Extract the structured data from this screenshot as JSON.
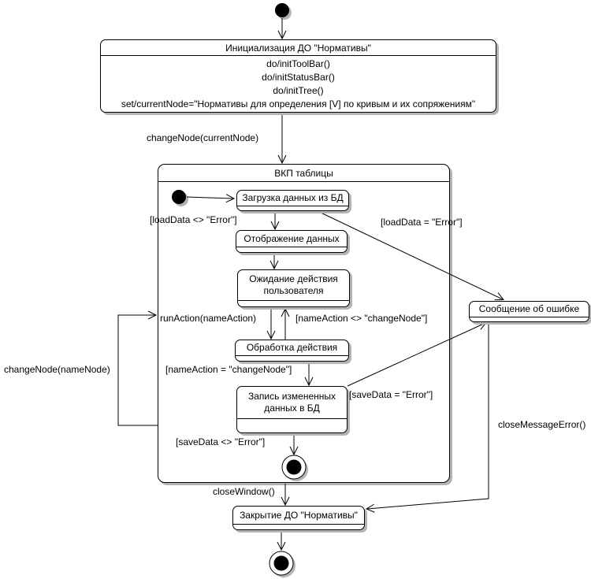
{
  "diagram": {
    "init_box": {
      "title": "Инициализация ДО \"Нормативы\"",
      "actions": [
        "do/initToolBar()",
        "do/initStatusBar()",
        "do/initTree()",
        "set/currentNode=\"Нормативы для определения [V] по кривым и их сопряжениям\""
      ]
    },
    "composite_box": {
      "title": "ВКП таблицы"
    },
    "states": {
      "load_data": "Загрузка данных из БД",
      "display_data": "Отображение данных",
      "wait_user": "Ожидание действия пользователя",
      "process_action": "Обработка действия",
      "save_data": "Запись измененных данных в БД",
      "error_message": "Сообщение об ошибке",
      "close_do": "Закрытие ДО \"Нормативы\""
    },
    "transitions": {
      "change_node_current": "changeNode(currentNode)",
      "load_ok": "[loadData <> \"Error\"]",
      "load_err": "[loadData = \"Error\"]",
      "run_action": "runAction(nameAction)",
      "name_action_neq": "[nameAction <> \"changeNode\"]",
      "name_action_eq": "[nameAction = \"changeNode\"]",
      "save_err": "[saveData = \"Error\"]",
      "save_ok": "[saveData <> \"Error\"]",
      "change_node_name": "changeNode(nameNode)",
      "close_message_error": "closeMessageError()",
      "close_window": "closeWindow()"
    },
    "colors": {
      "stroke": "#000000",
      "fill": "#ffffff",
      "shadow": "#b4b4b4"
    }
  }
}
